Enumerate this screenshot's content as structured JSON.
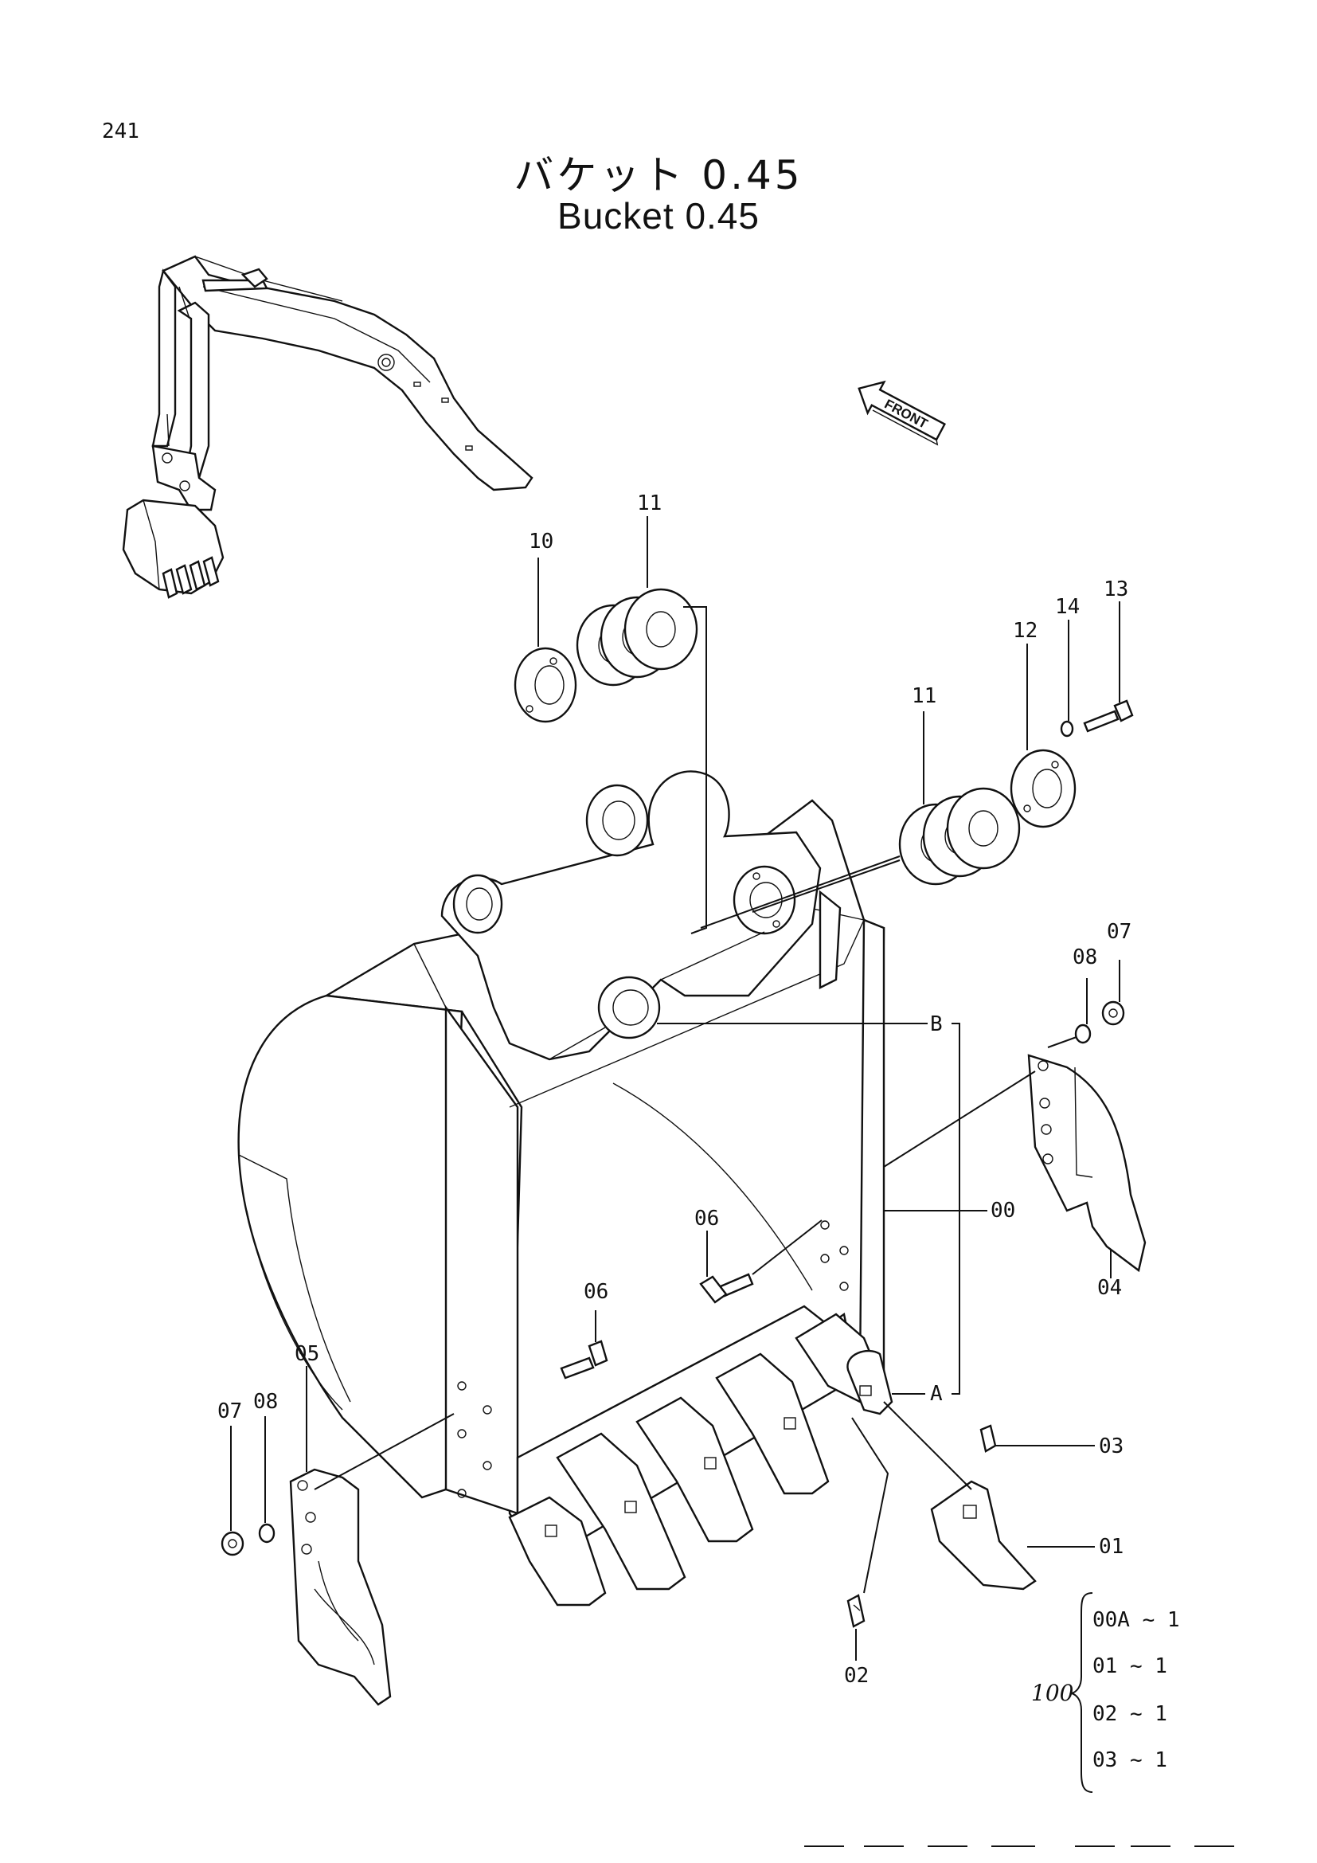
{
  "page_number": "241",
  "title_jp": "バケット 0.45",
  "title_en": "Bucket 0.45",
  "front_label": "FRONT",
  "callouts": {
    "c00": "00",
    "c01": "01",
    "c02": "02",
    "c03": "03",
    "c04": "04",
    "c05": "05",
    "c06a": "06",
    "c06b": "06",
    "c07a": "07",
    "c07b": "07",
    "c08a": "08",
    "c08b": "08",
    "c10": "10",
    "c11a": "11",
    "c11b": "11",
    "c12": "12",
    "c13": "13",
    "c14": "14",
    "refA": "A",
    "refB": "B"
  },
  "kit": {
    "number": "100",
    "items": [
      "00A ~ 1",
      "01  ~ 1",
      "02  ~ 1",
      "03  ~ 1"
    ]
  }
}
